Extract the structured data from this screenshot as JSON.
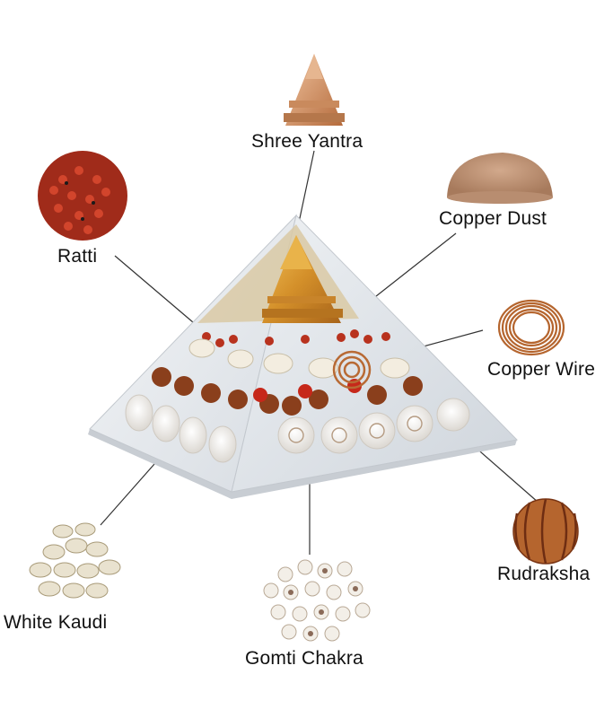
{
  "labels": {
    "shree_yantra": "Shree Yantra",
    "copper_dust": "Copper Dust",
    "ratti": "Ratti",
    "copper_wire": "Copper Wire",
    "white_kaudi": "White Kaudi",
    "gomti_chakra": "Gomti Chakra",
    "rudraksha": "Rudraksha"
  },
  "colors": {
    "copper": "#b8703a",
    "gold": "#d99a2e",
    "ratti_red": "#b8321e",
    "rudraksha_brown": "#8a3f1c",
    "shell_white": "#f2f0ec",
    "glass": "#e8ebef"
  },
  "icons": [
    "shree-yantra-icon",
    "copper-dust-icon",
    "ratti-icon",
    "copper-wire-icon",
    "white-kaudi-icon",
    "gomti-chakra-icon",
    "rudraksha-icon",
    "orgone-pyramid-image"
  ]
}
